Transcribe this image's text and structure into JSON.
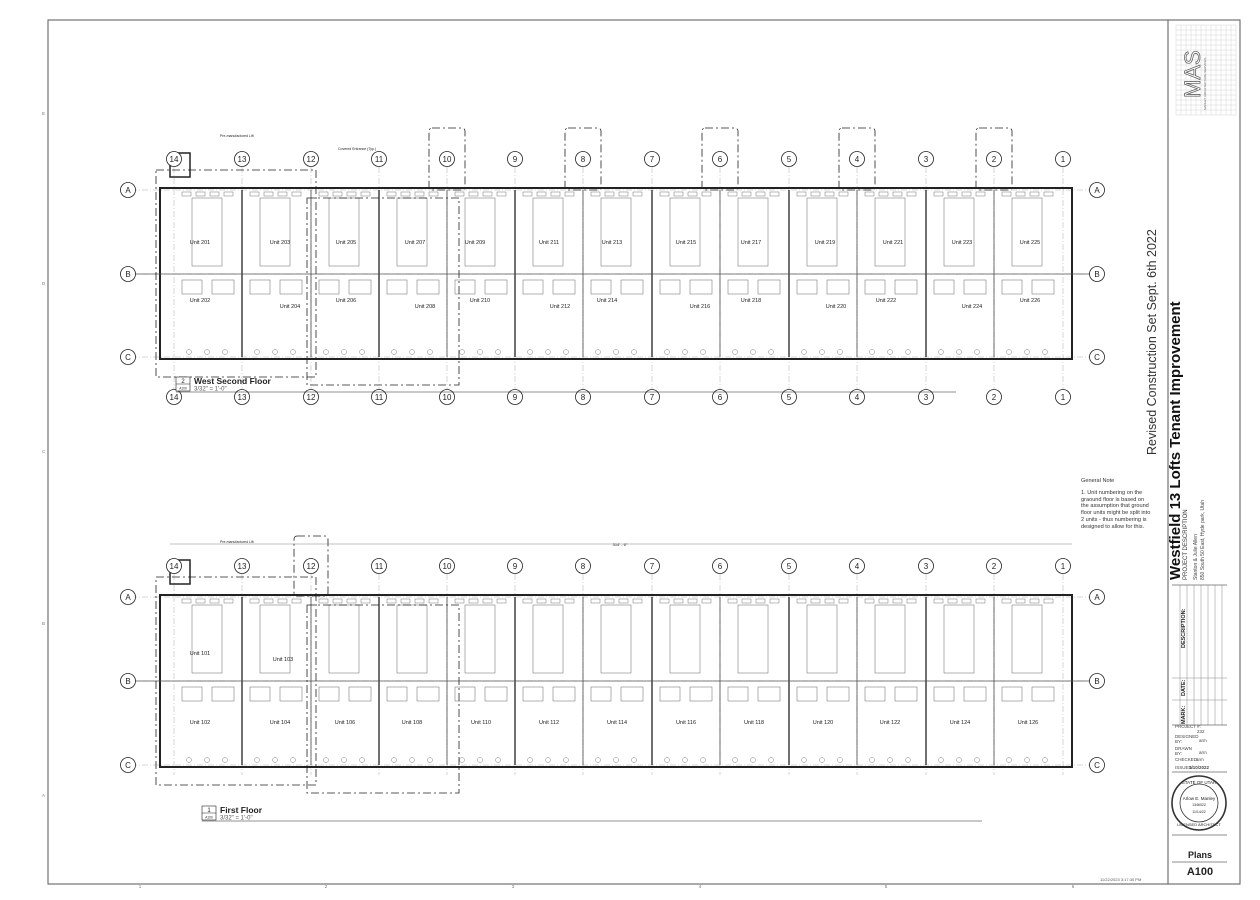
{
  "project": {
    "title": "Westfield 13 Lofts Tenant Improvement",
    "subtitle": "PROJECT DESCRIPTION",
    "client": "Stanton & Julie Allen",
    "address": "850 South 50 East, Hyde park, Utah",
    "revision": "Revised Construction Set Sept. 6th 2022"
  },
  "firm": {
    "logo": "MAS",
    "name": "MANLEY ARCHITECTURE SERVICES"
  },
  "title_block": {
    "headers": [
      "MARK:",
      "DATE:",
      "DESCRIPTION:"
    ],
    "project_label": "PROJECT #:",
    "project_no": "232",
    "designed_label": "DESIGNED BY:",
    "designed": "arm",
    "drawn_label": "DRAWN BY:",
    "drawn": "arm",
    "checked_label": "CHECKED:",
    "checked": "arm",
    "issued_label": "ISSUED:",
    "issued": "1/10/2022",
    "stamp": {
      "top": "STATE OF UTAH",
      "name": "Arlow E. Manley",
      "number": "1346022",
      "date": "11/14/22",
      "bottom": "LICENSED ARCHITECT"
    },
    "sheet_name": "Plans",
    "sheet_number": "A100"
  },
  "timestamp": "11/22/2023 3:17:30 PM",
  "general_note": {
    "title": "General Note",
    "text": "1.  Unit numbering on the graound floor is based on the assumption that ground floor units might be split into 2 units - thus numbering is designed to allow for this."
  },
  "border": {
    "columns": [
      "1",
      "2",
      "3",
      "4",
      "5",
      "6"
    ],
    "rows": [
      "E",
      "D",
      "C",
      "B",
      "A"
    ]
  },
  "grid": {
    "columns": [
      "14",
      "13",
      "12",
      "11",
      "10",
      "9",
      "8",
      "7",
      "6",
      "5",
      "4",
      "3",
      "2",
      "1"
    ],
    "rows": [
      "A",
      "B",
      "C"
    ]
  },
  "views": [
    {
      "number": "2",
      "sheet": "A100",
      "title": "West Second Floor",
      "scale": "3/32\" = 1'-0\"",
      "upper_units": [
        "Unit 201",
        "Unit 203",
        "Unit 205",
        "Unit 207",
        "Unit 209",
        "Unit 211",
        "Unit 213",
        "Unit 215",
        "Unit 217",
        "Unit 219",
        "Unit 221",
        "Unit 223",
        "Unit 225"
      ],
      "lower_units": [
        "Unit 202",
        "Unit 204",
        "Unit 206",
        "Unit 208",
        "Unit 210",
        "Unit 212",
        "Unit 214",
        "Unit 216",
        "Unit 218",
        "Unit 220",
        "Unit 222",
        "Unit 224",
        "Unit 226"
      ],
      "annotations": [
        "Pre-manufactured Lift",
        "Covered Entrance (Typ.)"
      ]
    },
    {
      "number": "1",
      "sheet": "A100",
      "title": "First Floor",
      "scale": "3/32\" = 1'-0\"",
      "upper_units": [
        "Unit 101",
        "Unit 103"
      ],
      "lower_units": [
        "Unit 102",
        "Unit 104",
        "Unit 106",
        "Unit 108",
        "Unit 110",
        "Unit 112",
        "Unit 114",
        "Unit 116",
        "Unit 118",
        "Unit 120",
        "Unit 122",
        "Unit 124",
        "Unit 126"
      ],
      "annotations": [
        "Pre-manufactured Lift"
      ],
      "overall_dim": "314' - 6\""
    }
  ]
}
